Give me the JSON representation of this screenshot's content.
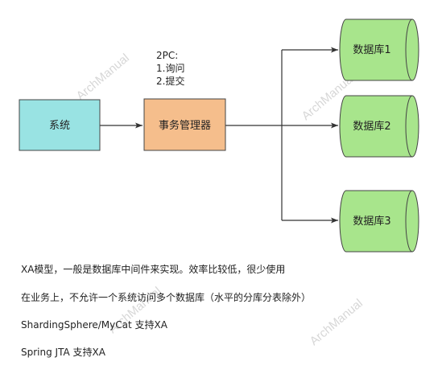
{
  "diagram": {
    "source_label": "系统",
    "manager_label": "事务管理器",
    "note_lines": [
      "2PC:",
      "1.询问",
      "2.提交"
    ],
    "databases": [
      "数据库1",
      "数据库2",
      "数据库3"
    ],
    "colors": {
      "system_fill": "#99e3e3",
      "manager_fill": "#f5be8c",
      "database_fill": "#a8e58c",
      "database_stroke": "#5a9e3a",
      "line": "#333333"
    }
  },
  "watermark": "ArchManual",
  "notes": [
    "XA模型，一般是数据库中间件来实现。效率比较低，很少使用",
    "在业务上，不允许一个系统访问多个数据库（水平的分库分表除外）",
    "ShardingSphere/MyCat 支持XA",
    "Spring JTA 支持XA"
  ]
}
